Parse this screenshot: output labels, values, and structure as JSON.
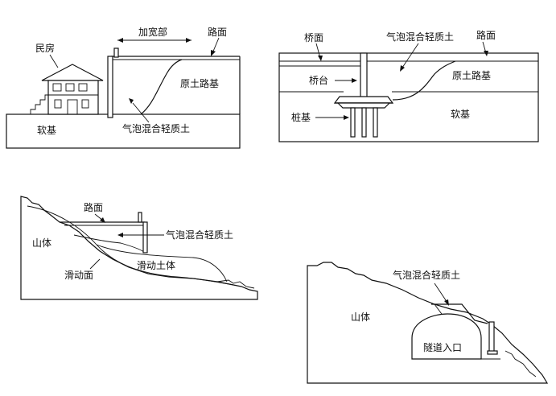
{
  "diagrams": [
    {
      "labels": {
        "minfang": "民房",
        "jiakuanbu": "加宽部",
        "lumian": "路面",
        "yuantu_luji": "原土路基",
        "ruanji": "软基",
        "qipao": "气泡混合轻质土"
      }
    },
    {
      "labels": {
        "qiaomian": "桥面",
        "qipao": "气泡混合轻质土",
        "lumian": "路面",
        "qiaotai": "桥台",
        "yuantu_luji": "原土路基",
        "zhuangji": "桩基",
        "ruanji": "软基"
      }
    },
    {
      "labels": {
        "lumian": "路面",
        "qipao": "气泡混合轻质土",
        "shanti": "山体",
        "huadong_tuti": "滑动土体",
        "huadong_mian": "滑动面"
      }
    },
    {
      "labels": {
        "qipao": "气泡混合轻质土",
        "shanti": "山体",
        "suidao_rukou": "隧道入口"
      }
    }
  ]
}
